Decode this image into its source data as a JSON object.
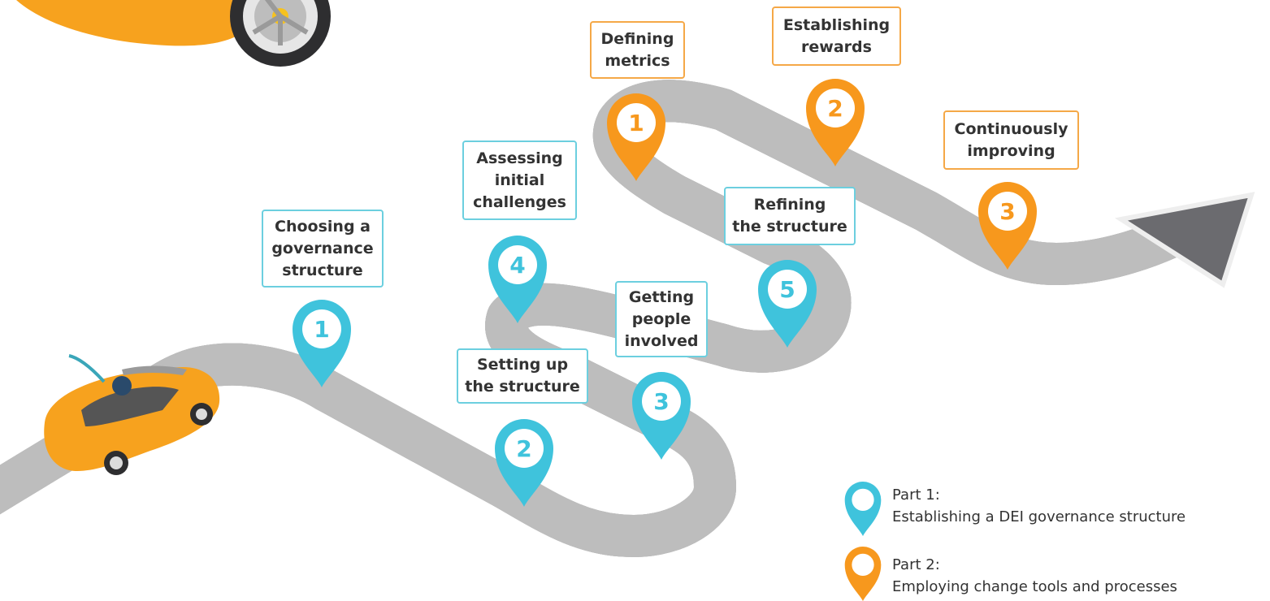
{
  "colors": {
    "part1": "#3fc3dc",
    "part2": "#f7981d",
    "road": "#6b6b6f",
    "road_edge": "#d9d9d9",
    "lane_marks": "#ffffff",
    "car_body": "#f7a21e"
  },
  "milestones": {
    "p1_1": {
      "number": "1",
      "label": [
        "Choosing a",
        "governance",
        "structure"
      ]
    },
    "p1_2": {
      "number": "2",
      "label": [
        "Setting up",
        "the structure"
      ]
    },
    "p1_3": {
      "number": "3",
      "label": [
        "Getting",
        "people",
        "involved"
      ]
    },
    "p1_4": {
      "number": "4",
      "label": [
        "Assessing",
        "initial",
        "challenges"
      ]
    },
    "p1_5": {
      "number": "5",
      "label": [
        "Refining",
        "the structure"
      ]
    },
    "p2_1": {
      "number": "1",
      "label": [
        "Defining",
        "metrics"
      ]
    },
    "p2_2": {
      "number": "2",
      "label": [
        "Establishing",
        "rewards"
      ]
    },
    "p2_3": {
      "number": "3",
      "label": [
        "Continuously",
        "improving"
      ]
    }
  },
  "legend": {
    "part1": {
      "title": "Part 1:",
      "desc": "Establishing a DEI governance structure",
      "icon": "blue-map-pin-icon"
    },
    "part2": {
      "title": "Part 2:",
      "desc": "Employing change tools and processes",
      "icon": "orange-map-pin-icon"
    }
  }
}
